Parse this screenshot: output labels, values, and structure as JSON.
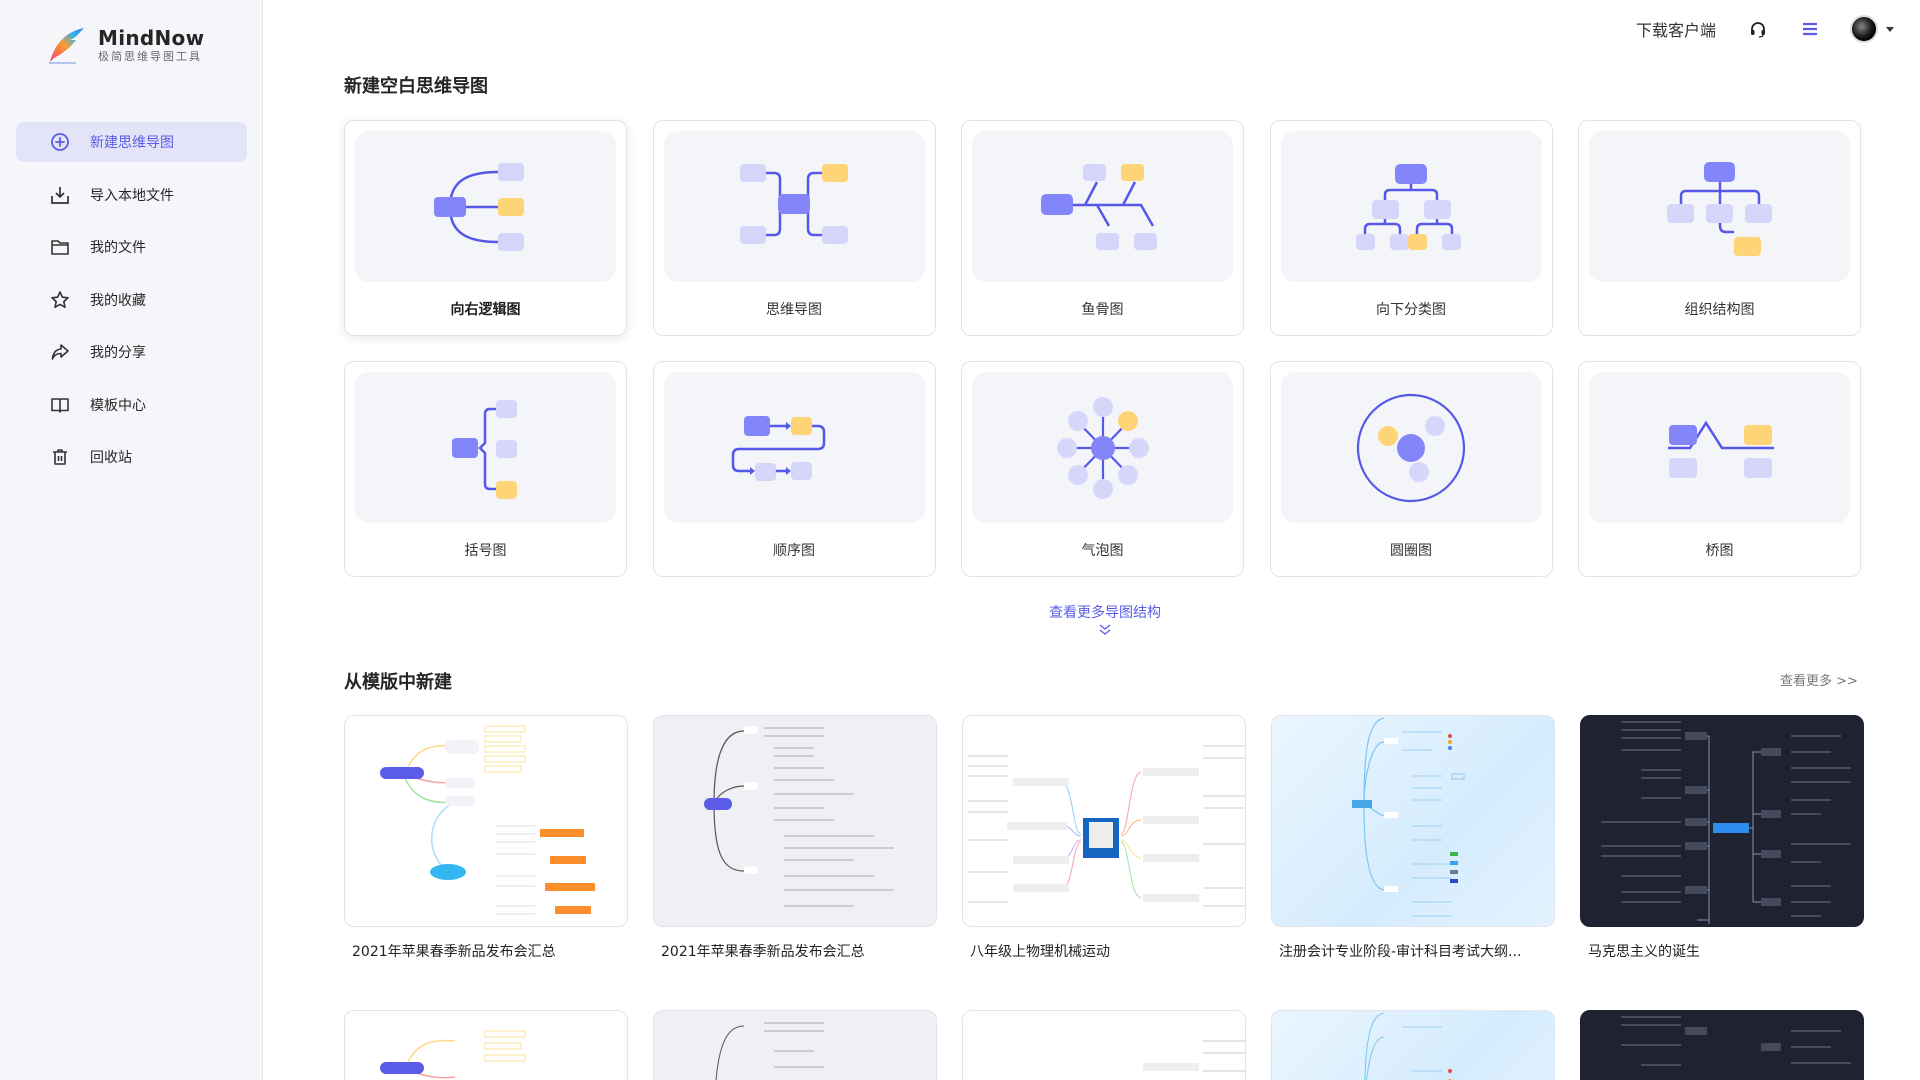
{
  "app": {
    "name": "MindNow",
    "tagline": "极简思维导图工具"
  },
  "sidebar": {
    "items": [
      {
        "label": "新建思维导图",
        "icon": "plus-circle-icon",
        "active": true
      },
      {
        "label": "导入本地文件",
        "icon": "import-icon",
        "active": false
      },
      {
        "label": "我的文件",
        "icon": "folder-icon",
        "active": false
      },
      {
        "label": "我的收藏",
        "icon": "star-icon",
        "active": false
      },
      {
        "label": "我的分享",
        "icon": "share-icon",
        "active": false
      },
      {
        "label": "模板中心",
        "icon": "book-icon",
        "active": false
      },
      {
        "label": "回收站",
        "icon": "trash-icon",
        "active": false
      }
    ]
  },
  "topbar": {
    "download_label": "下载客户端",
    "support_icon": "headset-icon",
    "menu_icon": "menu-icon",
    "avatar_icon": "avatar"
  },
  "blank": {
    "title": "新建空白思维导图",
    "structures": [
      {
        "label": "向右逻辑图",
        "type": "right-logic"
      },
      {
        "label": "思维导图",
        "type": "mindmap"
      },
      {
        "label": "鱼骨图",
        "type": "fishbone"
      },
      {
        "label": "向下分类图",
        "type": "tree-down"
      },
      {
        "label": "组织结构图",
        "type": "org"
      },
      {
        "label": "括号图",
        "type": "bracket"
      },
      {
        "label": "顺序图",
        "type": "sequence"
      },
      {
        "label": "气泡图",
        "type": "bubble"
      },
      {
        "label": "圆圈图",
        "type": "circle"
      },
      {
        "label": "桥图",
        "type": "bridge"
      }
    ],
    "more_label": "查看更多导图结构"
  },
  "templates": {
    "title": "从模版中新建",
    "view_more_label": "查看更多  >>",
    "items": [
      {
        "title": "2021年苹果春季新品发布会汇总",
        "theme": "light"
      },
      {
        "title": "2021年苹果春季新品发布会汇总",
        "theme": "grey"
      },
      {
        "title": "八年级上物理机械运动",
        "theme": "light"
      },
      {
        "title": "注册会计专业阶段-审计科目考试大纲...",
        "theme": "blue"
      },
      {
        "title": "马克思主义的诞生",
        "theme": "dark"
      }
    ]
  },
  "colors": {
    "accent": "#5a5ce8",
    "node_main": "#8386fb",
    "node_light": "#d6d6fb",
    "node_highlight": "#ffd477",
    "line": "#5558e8",
    "sidebar_bg": "#f5f6fa",
    "active_bg": "#e3e4f8"
  }
}
